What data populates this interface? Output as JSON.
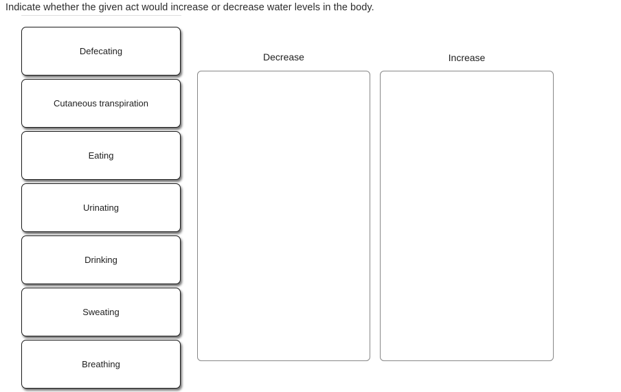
{
  "prompt": {
    "text": "Indicate whether the given act would increase or decrease water levels in the body."
  },
  "source_items": [
    {
      "label": "Defecating"
    },
    {
      "label": "Cutaneous transpiration"
    },
    {
      "label": "Eating"
    },
    {
      "label": "Urinating"
    },
    {
      "label": "Drinking"
    },
    {
      "label": "Sweating"
    },
    {
      "label": "Breathing"
    }
  ],
  "drop_zones": [
    {
      "title": "Decrease",
      "items": []
    },
    {
      "title": "Increase",
      "items": []
    }
  ],
  "colors": {
    "background": "#ffffff",
    "card_border": "#1a1a1a",
    "card_fill": "#ffffff",
    "zone_border": "#868686",
    "text": "#1d1d1d",
    "prompt_text": "#2b2b2b",
    "divider": "#dddddd"
  }
}
